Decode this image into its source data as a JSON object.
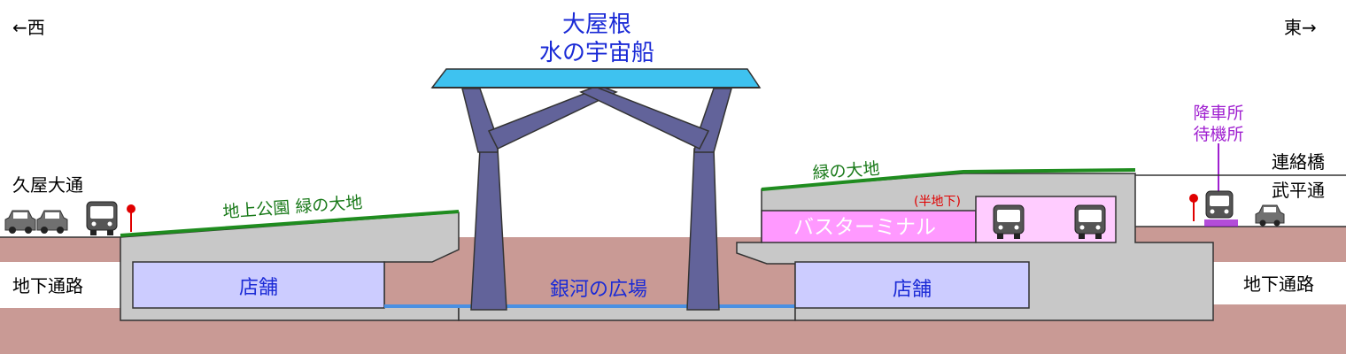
{
  "compass": {
    "west": "←西",
    "east": "東→"
  },
  "roof": {
    "line1": "大屋根",
    "line2": "水の宇宙船"
  },
  "left": {
    "street": "久屋大通",
    "underpass": "地下通路",
    "park": "地上公園 緑の大地",
    "shop": "店舗"
  },
  "center": {
    "plaza": "銀河の広場"
  },
  "right": {
    "green": "緑の大地",
    "half_underground": "(半地下)",
    "bus_terminal": "バスターミナル",
    "shop": "店舗",
    "bridge": "連絡橋",
    "street": "武平通",
    "stop_line1": "降車所",
    "stop_line2": "待機所",
    "underpass": "地下通路"
  },
  "colors": {
    "ground": "#c99a95",
    "structure": "#c8c8c8",
    "shop": "#ccccff",
    "roof": "#3ec2f0",
    "column": "#62639a",
    "grass": "#1f8c1f",
    "terminal": "#ff99ff",
    "terminal_inner": "#ffccff",
    "label_blue": "#1a2ad6",
    "label_green": "#1a7a1a",
    "label_purple": "#a020d0",
    "label_red": "#e00000",
    "water": "#4a90e2"
  },
  "icons": [
    "bus-icon",
    "car-icon",
    "bus-stop-sign-icon"
  ]
}
